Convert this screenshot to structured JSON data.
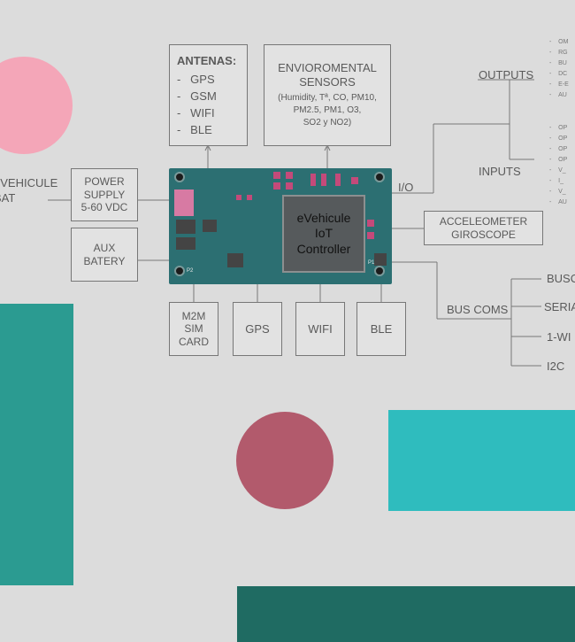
{
  "colors": {
    "background": "#dcdcdc",
    "pink_circle": "#f4a6b8",
    "maroon_circle": "#b25a6c",
    "teal_dark": "#2b9b91",
    "teal_light": "#2fbcbe",
    "teal_deep": "#1f6b62",
    "pcb": "#2c6f72"
  },
  "antenas": {
    "title": "ANTENAS:",
    "items": [
      "GPS",
      "GSM",
      "WIFI",
      "BLE"
    ]
  },
  "sensors": {
    "title_1": "ENVIOROMENTAL",
    "title_2": "SENSORS",
    "line_1": "(Humidity, Tª, CO, PM10,",
    "line_2": "PM2.5, PM1, O3,",
    "line_3": "SO2 y NO2)"
  },
  "power": {
    "input_1": "eVEHICULE",
    "input_2": "BAT",
    "supply_1": "POWER",
    "supply_2": "SUPPLY",
    "supply_3": "5-60 VDC",
    "aux_1": "AUX",
    "aux_2": "BATERY"
  },
  "controller": {
    "line_1": "eVehicule",
    "line_2": "IoT",
    "line_3": "Controller",
    "silk_p1": "P1",
    "silk_p2": "P2"
  },
  "io": {
    "label": "I/O",
    "outputs": "OUTPUTS",
    "inputs": "INPUTS"
  },
  "output_items": [
    "OM",
    "RG",
    "BU",
    "DC",
    "E-E",
    "AU"
  ],
  "input_items": [
    "OP",
    "OP",
    "OP",
    "OP",
    "V_",
    "I_",
    "V_",
    "AU"
  ],
  "accel": {
    "line_1": "ACCELEOMETER",
    "line_2": "GIROSCOPE"
  },
  "bottom": {
    "sim_1": "M2M",
    "sim_2": "SIM",
    "sim_3": "CARD",
    "gps": "GPS",
    "wifi": "WIFI",
    "ble": "BLE"
  },
  "bus": {
    "label": "BUS COMS",
    "items": [
      "BUSC",
      "SERIA",
      "1-WI",
      "I2C"
    ]
  }
}
